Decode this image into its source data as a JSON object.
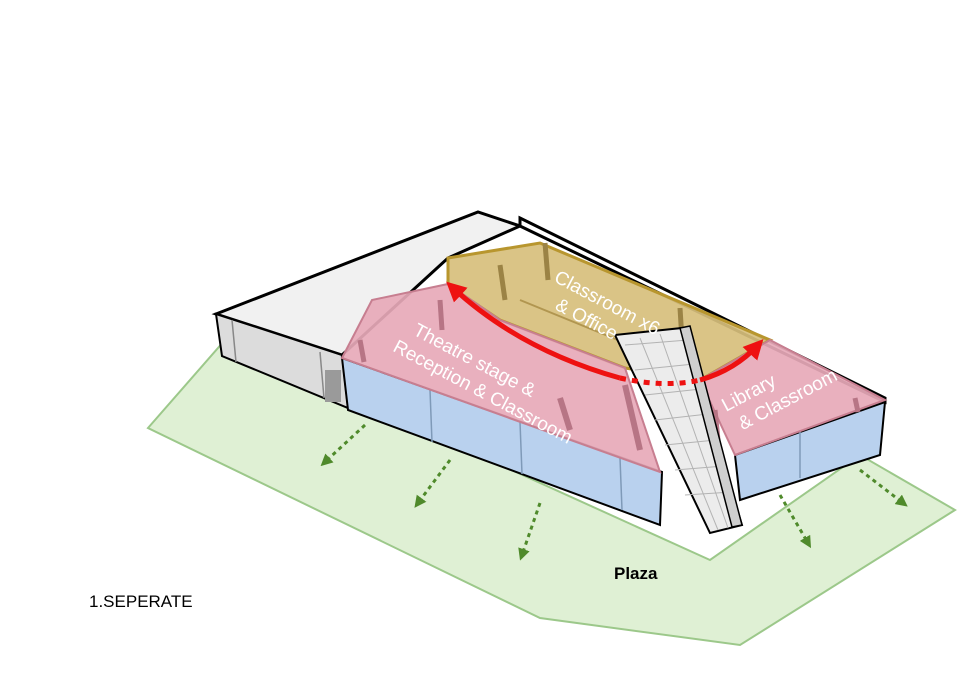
{
  "diagram": {
    "caption": "1.SEPERATE",
    "plaza": {
      "label": "Plaza",
      "color": "#dff0d4"
    },
    "zones": {
      "classroom_office": {
        "line1": "Classroom x6",
        "line2": "& Office",
        "color": "#d7bf7c"
      },
      "theatre": {
        "line1": "Theatre stage &",
        "line2": "Reception & Classroom",
        "color": "#e7a9b8"
      },
      "library": {
        "line1": "Library",
        "line2": "& Classroom",
        "color": "#e7a9b8"
      }
    },
    "ground_floor_color": "#b9d1ee",
    "connection_arrow_color": "#ee1111",
    "flow_arrow_color": "#4f8a2b"
  }
}
